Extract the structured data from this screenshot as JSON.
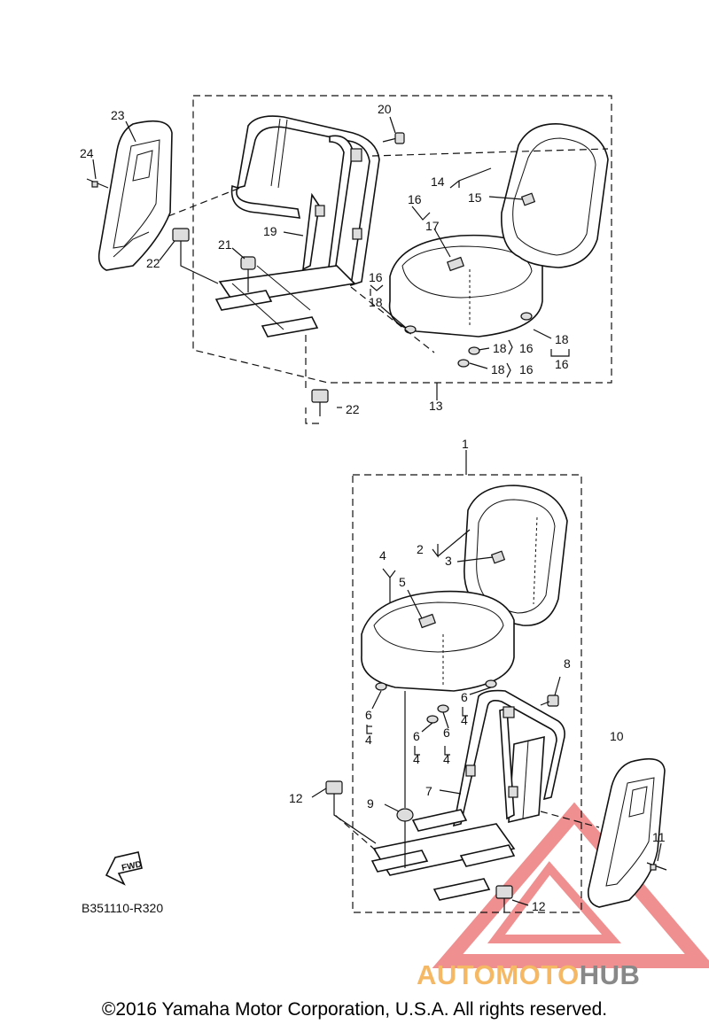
{
  "diagram_id": "B351110-R320",
  "copyright": "©2016 Yamaha Motor Corporation, U.S.A. All rights reserved.",
  "watermark": {
    "part1": "AUTO",
    "part2": "MOTO",
    "part3": "HUB",
    "color_primary": "#f5b865",
    "color_secondary": "#888888",
    "triangle_color": "#e85050"
  },
  "fwd_label": "FWD",
  "callouts": {
    "c1": "1",
    "c2": "2",
    "c3": "3",
    "c4a": "4",
    "c4b": "4",
    "c4c": "4",
    "c4d": "4",
    "c4e": "4",
    "c5": "5",
    "c6a": "6",
    "c6b": "6",
    "c6c": "6",
    "c6d": "6",
    "c7": "7",
    "c8": "8",
    "c9": "9",
    "c10": "10",
    "c11": "11",
    "c12a": "12",
    "c12b": "12",
    "c13": "13",
    "c14": "14",
    "c15": "15",
    "c16a": "16",
    "c16b": "16",
    "c16c": "16",
    "c16d": "16",
    "c16e": "16",
    "c17": "17",
    "c18a": "18",
    "c18b": "18",
    "c18c": "18",
    "c18d": "18",
    "c19": "19",
    "c20": "20",
    "c21": "21",
    "c22a": "22",
    "c22b": "22",
    "c23": "23",
    "c24": "24"
  }
}
